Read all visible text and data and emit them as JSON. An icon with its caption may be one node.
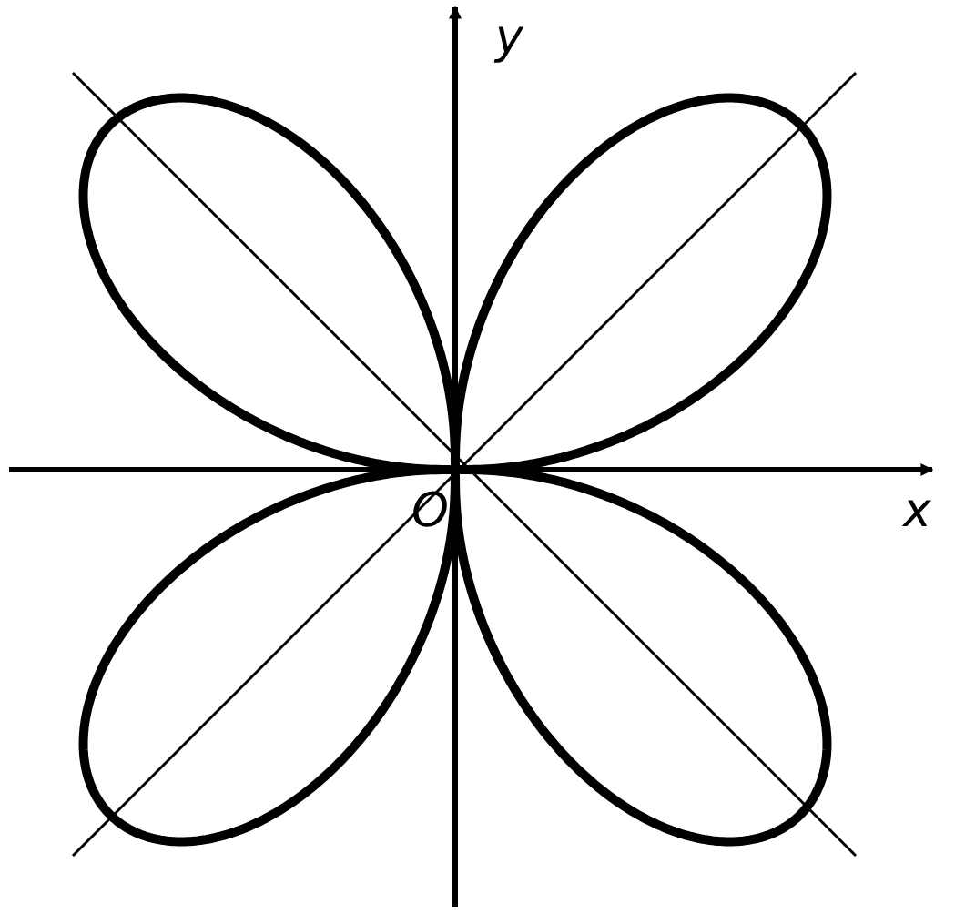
{
  "diagram": {
    "labels": [
      "y",
      "x",
      "O"
    ]
  }
}
